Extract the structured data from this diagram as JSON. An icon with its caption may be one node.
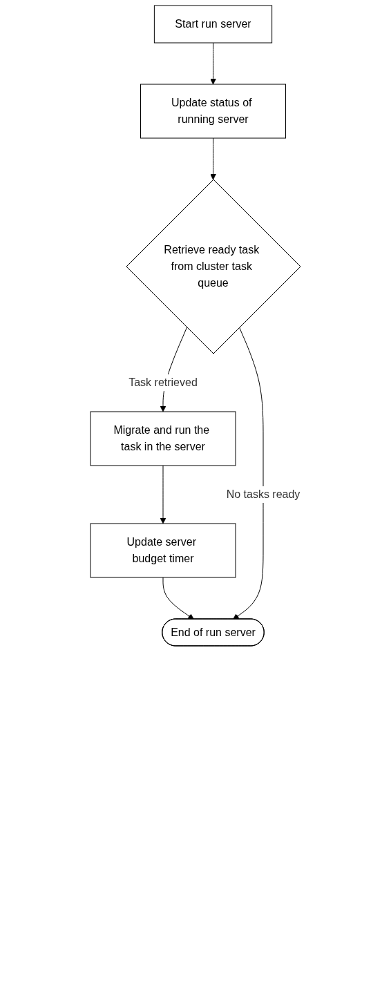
{
  "diagram": {
    "nodes": [
      {
        "text": [
          "Start run server"
        ]
      },
      {
        "text": [
          "Update status of running server"
        ]
      },
      {
        "text": [
          "Retrieve ready task from cluster task queue"
        ]
      },
      {
        "text": [
          "Migrate and run the task in the server"
        ]
      },
      {
        "text": [
          "Update server budget timer"
        ]
      },
      {
        "text": [
          "End of run server"
        ]
      }
    ],
    "edges": [
      {
        "from": 0,
        "to": 1,
        "arrow": "to"
      },
      {
        "from": 1,
        "to": 2,
        "arrow": "to"
      },
      {
        "from": 2,
        "to": 3,
        "arrow": "to",
        "label": "Task retrieved"
      },
      {
        "from": 3,
        "to": 4,
        "arrow": "to"
      },
      {
        "from": 4,
        "to": 5,
        "arrow": "to"
      },
      {
        "from": 2,
        "to": 5,
        "arrow": "to",
        "label": "No tasks ready"
      }
    ]
  }
}
